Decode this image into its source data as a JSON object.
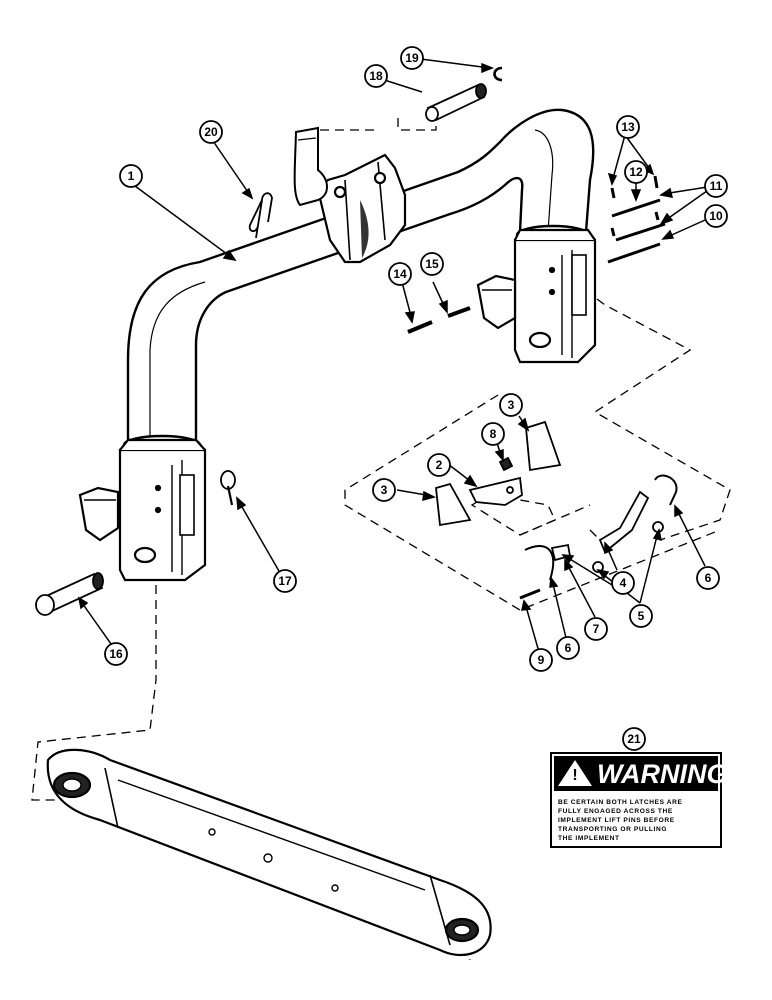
{
  "callouts": [
    "1",
    "2",
    "3",
    "3",
    "4",
    "5",
    "6",
    "6",
    "7",
    "8",
    "9",
    "10",
    "11",
    "12",
    "13",
    "14",
    "15",
    "16",
    "17",
    "18",
    "19",
    "20",
    "21"
  ],
  "warning": {
    "title": "WARNING",
    "lines": [
      "BE CERTAIN BOTH LATCHES ARE",
      "FULLY ENGAGED ACROSS THE",
      "IMPLEMENT LIFT PINS BEFORE",
      "TRANSPORTING OR PULLING",
      "THE IMPLEMENT"
    ]
  },
  "colors": {
    "ink": "#000000",
    "paper": "#ffffff"
  }
}
